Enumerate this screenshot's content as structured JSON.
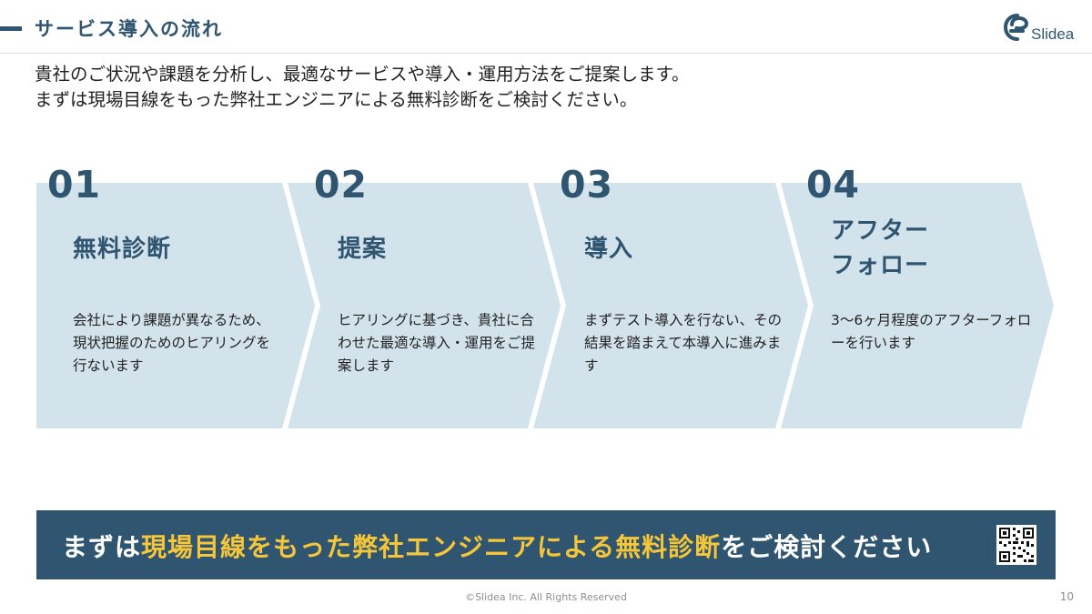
{
  "header": {
    "title": "サービス導入の流れ",
    "logo_text": "Slidea"
  },
  "intro": {
    "line1": "貴社のご状況や課題を分析し、最適なサービスや導入・運用方法をご提案します。",
    "line2": "まずは現場目線をもった弊社エンジニアによる無料診断をご検討ください。"
  },
  "steps": [
    {
      "number": "01",
      "title": "無料診断",
      "text": "会社により課題が異なるため、現状把握のためのヒアリングを行ないます"
    },
    {
      "number": "02",
      "title": "提案",
      "text": "ヒアリングに基づき、貴社に合わせた最適な導入・運用をご提案します"
    },
    {
      "number": "03",
      "title": "導入",
      "text": "まずテスト導入を行ない、その結果を踏まえて本導入に進みます"
    },
    {
      "number": "04",
      "title": "アフター\nフォロー",
      "text": "3〜6ヶ月程度のアフターフォローを行います"
    }
  ],
  "cta": {
    "part1": "まずは",
    "highlight1": "現場目線をもった弊社エンジニアによる無料診断",
    "part2": "をご検討ください"
  },
  "footer": {
    "copyright": "©Slidea Inc. All Rights Reserved",
    "page": "10"
  },
  "colors": {
    "primary": "#2f5570",
    "chevron": "#d3e3ec",
    "highlight": "#f5c53a"
  }
}
